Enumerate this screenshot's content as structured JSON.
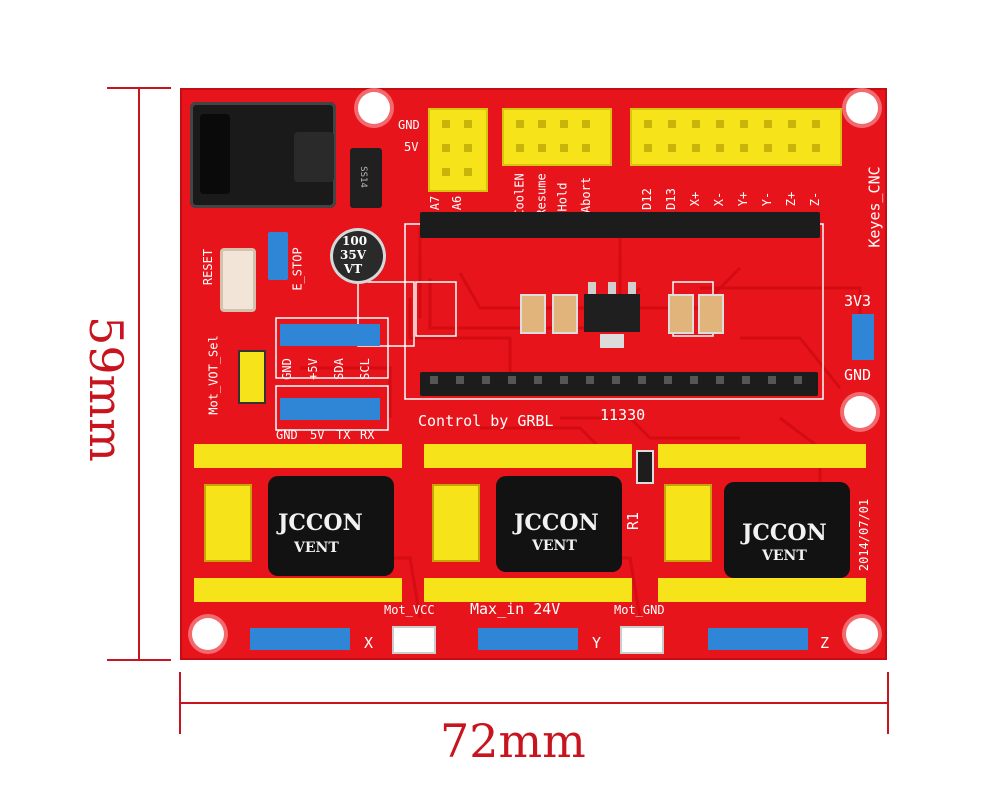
{
  "dimensions": {
    "height_label": "59mm",
    "width_label": "72mm",
    "color": "#c8141e"
  },
  "board": {
    "pcb_color": "#e8141b",
    "header_yellow": "#f7e31a",
    "pin_blue": "#2f86d6",
    "silkscreen": {
      "brand": "Keyes_CNC",
      "control": "Control by GRBL",
      "code": "11330",
      "date": "2014/07/01",
      "max_in": "Max_in 24V",
      "mot_vcc": "Mot_VCC",
      "mot_gnd": "Mot_GND",
      "mot_vot_sel": "Mot_VOT_Sel",
      "reset": "RESET",
      "e_stop": "E_STOP",
      "v3v3": "3V3",
      "gnd_right": "GND",
      "gnd_top": "GND",
      "v5_top": "5V",
      "axis_x": "X",
      "axis_y": "Y",
      "axis_z": "Z",
      "r1": "R1",
      "i2c_labels": [
        "GND",
        "+5V",
        "SDA",
        "SCL"
      ],
      "uart_labels": [
        "GND",
        "5V",
        "TX",
        "RX"
      ],
      "top_pins": [
        "A7",
        "A6",
        "CoolEN",
        "Resume",
        "Hold",
        "Abort",
        "D12",
        "D13",
        "X+",
        "X-",
        "Y+",
        "Y-",
        "Z+",
        "Z-"
      ]
    },
    "diode_label": "SS14",
    "cap_small": [
      "100",
      "35V",
      "VT"
    ],
    "cap_driver": {
      "brand": "JCCON",
      "sub": "VENT"
    }
  }
}
